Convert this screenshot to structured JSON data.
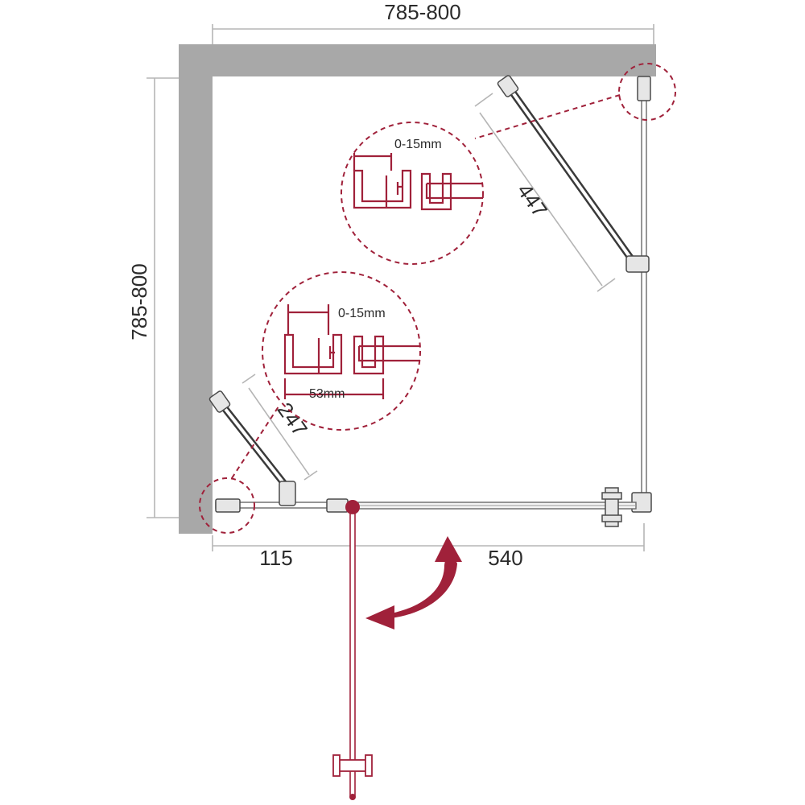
{
  "dimensions": {
    "top_width": "785-800",
    "left_height": "785-800",
    "bottom_left": "115",
    "bottom_right": "540",
    "brace_long": "447",
    "brace_short": "247"
  },
  "details": {
    "upper_gap": "0-15mm",
    "lower_gap": "0-15mm",
    "lower_width": "53mm"
  },
  "colors": {
    "wall": "#a8a8a8",
    "accent_red": "#a0213a",
    "dim_gray": "#b5b5b5",
    "line_dark": "#3a3a3a"
  },
  "icons": {
    "swing_arrow": "curved-arrow-icon",
    "door_handle": "handle-icon"
  }
}
